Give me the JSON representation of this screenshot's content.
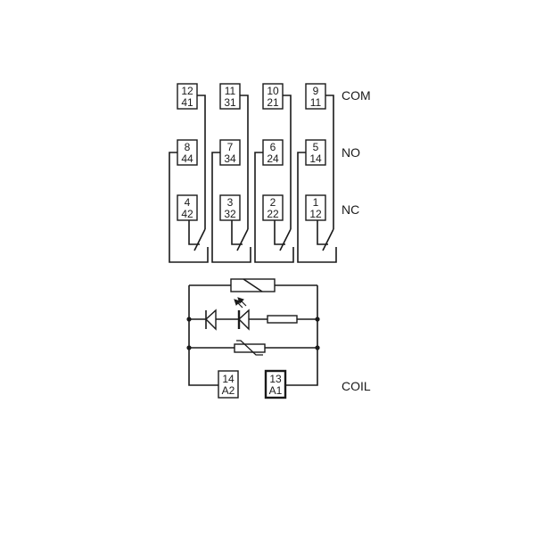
{
  "diagram": {
    "title": "Relay wiring diagram (4 changeover contacts + coil)",
    "row_labels": {
      "com": "COM",
      "no": "NO",
      "nc": "NC",
      "coil": "COIL"
    },
    "contacts": [
      {
        "com": [
          "12",
          "41"
        ],
        "no": [
          "8",
          "44"
        ],
        "nc": [
          "4",
          "42"
        ]
      },
      {
        "com": [
          "11",
          "31"
        ],
        "no": [
          "7",
          "34"
        ],
        "nc": [
          "3",
          "32"
        ]
      },
      {
        "com": [
          "10",
          "21"
        ],
        "no": [
          "6",
          "24"
        ],
        "nc": [
          "2",
          "22"
        ]
      },
      {
        "com": [
          "9",
          "11"
        ],
        "no": [
          "5",
          "14"
        ],
        "nc": [
          "1",
          "12"
        ]
      }
    ],
    "coil_terminals": {
      "a2": [
        "14",
        "A2"
      ],
      "a1": [
        "13",
        "A1"
      ]
    },
    "coil_components": [
      {
        "name": "relay-coil",
        "symbol": "coil-rectangle-with-diagonal"
      },
      {
        "name": "protection-diode",
        "symbol": "diode"
      },
      {
        "name": "status-led",
        "symbol": "led"
      },
      {
        "name": "series-resistor",
        "symbol": "resistor"
      },
      {
        "name": "varistor",
        "symbol": "varistor"
      }
    ],
    "colors": {
      "line": "#1a1a1a",
      "background": "#ffffff"
    }
  }
}
